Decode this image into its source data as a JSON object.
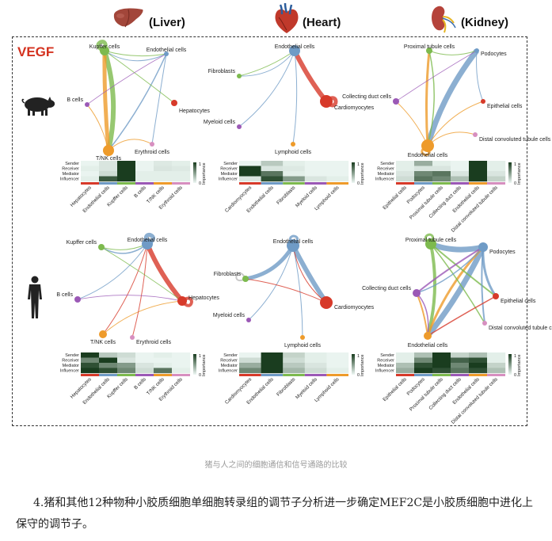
{
  "organs": [
    "(Liver)",
    "(Heart)",
    "(Kidney)"
  ],
  "signal": "VEGF",
  "roles": [
    "Sender",
    "Receiver",
    "Mediator",
    "Influencer"
  ],
  "importance_label": "Importance",
  "scale_max": "1",
  "scale_min": "0",
  "caption": "猪与人之间的细胞通信和信号通路的比较",
  "paragraph": "4.猪和其他12种物种小胶质细胞单细胞转录组的调节子分析进一步确定MEF2C是小胶质细胞中进化上保守的调节子。",
  "colors": {
    "accent": "#d4321f",
    "heat_high": "#1a3d1f",
    "heat_low": "#eef8f4"
  },
  "panels": [
    {
      "id": "pig-liver",
      "nodes": [
        {
          "label": "Kupffer cells",
          "color": "#7dba4e"
        },
        {
          "label": "Endothelial cells",
          "color": "#6f9bc6"
        },
        {
          "label": "Hepatocytes",
          "color": "#d73a2a"
        },
        {
          "label": "Erythroid cells",
          "color": "#d78fc0"
        },
        {
          "label": "T/NK cells",
          "color": "#ee9b2b"
        },
        {
          "label": "B cells",
          "color": "#9b59b6"
        }
      ],
      "columns": [
        "Hepatocytes",
        "Endothelial cells",
        "Kupffer cells",
        "B cells",
        "T/NK cells",
        "Erythroid cells"
      ],
      "matrix": [
        [
          0.02,
          0.1,
          1,
          0.02,
          0.08,
          0.05
        ],
        [
          0.05,
          0.1,
          1,
          0.02,
          0.1,
          0.08
        ],
        [
          0.02,
          0.15,
          1,
          0.05,
          0.05,
          0.05
        ],
        [
          0.05,
          0.85,
          1,
          0.05,
          0.05,
          0.05
        ]
      ]
    },
    {
      "id": "pig-heart",
      "nodes": [
        {
          "label": "Endothelial cells",
          "color": "#6f9bc6"
        },
        {
          "label": "Fibroblasts",
          "color": "#7dba4e"
        },
        {
          "label": "Cardiomyocytes",
          "color": "#d73a2a"
        },
        {
          "label": "Lymphoid cells",
          "color": "#ee9b2b"
        },
        {
          "label": "Myeloid cells",
          "color": "#9b59b6"
        }
      ],
      "columns": [
        "Cardiomyocytes",
        "Endothelial cells",
        "Fibroblasts",
        "Myeloid cells",
        "Lymphoid cells"
      ],
      "matrix": [
        [
          0.02,
          0.25,
          0.05,
          0.02,
          0.02
        ],
        [
          1,
          0.1,
          0.08,
          0.02,
          0.02
        ],
        [
          1,
          0.7,
          0.05,
          0.02,
          0.02
        ],
        [
          0.1,
          0.9,
          0.5,
          0.1,
          0.05
        ]
      ]
    },
    {
      "id": "pig-kidney",
      "nodes": [
        {
          "label": "Proximal tubule cells",
          "color": "#7dba4e"
        },
        {
          "label": "Podocytes",
          "color": "#6f9bc6"
        },
        {
          "label": "Epithelial cells",
          "color": "#d73a2a"
        },
        {
          "label": "Distal convoluted tubule cells",
          "color": "#d78fc0"
        },
        {
          "label": "Endothelial cells",
          "color": "#ee9b2b"
        },
        {
          "label": "Collecting duct cells",
          "color": "#9b59b6"
        }
      ],
      "columns": [
        "Epithelial cells",
        "Podocytes",
        "Proximal tubule cells",
        "Collecting duct cells",
        "Endothelial cells",
        "Distal convoluted tubule cells"
      ],
      "matrix": [
        [
          0.05,
          0.4,
          0.05,
          0.02,
          1,
          0.05
        ],
        [
          0.05,
          0.1,
          0.1,
          0.02,
          1,
          0.05
        ],
        [
          0.1,
          0.6,
          0.7,
          0.1,
          1,
          0.1
        ],
        [
          0.15,
          0.7,
          0.6,
          0.3,
          1,
          0.2
        ]
      ]
    },
    {
      "id": "human-liver",
      "nodes": [
        {
          "label": "Endothelial cells",
          "color": "#6f9bc6"
        },
        {
          "label": "Kupffer cells",
          "color": "#7dba4e"
        },
        {
          "label": "Hepatocytes",
          "color": "#d73a2a"
        },
        {
          "label": "B cells",
          "color": "#9b59b6"
        },
        {
          "label": "T/NK cells",
          "color": "#ee9b2b"
        },
        {
          "label": "Erythroid cells",
          "color": "#d78fc0"
        }
      ],
      "columns": [
        "Hepatocytes",
        "Endothelial cells",
        "Kupffer cells",
        "B cells",
        "T/NK cells",
        "Erythroid cells"
      ],
      "matrix": [
        [
          1,
          0.25,
          0.15,
          0.02,
          0.05,
          0.02
        ],
        [
          0.6,
          1,
          0.1,
          0.02,
          0.02,
          0.02
        ],
        [
          0.9,
          0.6,
          0.5,
          0.1,
          0.05,
          0.02
        ],
        [
          1,
          0.9,
          0.6,
          0.15,
          0.7,
          0.05
        ]
      ]
    },
    {
      "id": "human-heart",
      "nodes": [
        {
          "label": "Endothelial cells",
          "color": "#6f9bc6"
        },
        {
          "label": "Fibroblasts",
          "color": "#7dba4e"
        },
        {
          "label": "Cardiomyocytes",
          "color": "#d73a2a"
        },
        {
          "label": "Lymphoid cells",
          "color": "#ee9b2b"
        },
        {
          "label": "Myeloid cells",
          "color": "#9b59b6"
        }
      ],
      "columns": [
        "Cardiomyocytes",
        "Endothelial cells",
        "Fibroblasts",
        "Myeloid cells",
        "Lymphoid cells"
      ],
      "matrix": [
        [
          0.02,
          1,
          0.2,
          0.05,
          0.02
        ],
        [
          0.15,
          1,
          0.15,
          0.05,
          0.02
        ],
        [
          0.4,
          1,
          0.25,
          0.1,
          0.02
        ],
        [
          0.6,
          1,
          0.35,
          0.15,
          0.05
        ]
      ]
    },
    {
      "id": "human-kidney",
      "nodes": [
        {
          "label": "Proximal tubule cells",
          "color": "#7dba4e"
        },
        {
          "label": "Podocytes",
          "color": "#6f9bc6"
        },
        {
          "label": "Epithelial cells",
          "color": "#d73a2a"
        },
        {
          "label": "Distal convoluted tubule cells",
          "color": "#d78fc0"
        },
        {
          "label": "Endothelial cells",
          "color": "#ee9b2b"
        },
        {
          "label": "Collecting duct cells",
          "color": "#9b59b6"
        }
      ],
      "columns": [
        "Epithelial cells",
        "Podocytes",
        "Proximal tubule cells",
        "Collecting duct cells",
        "Endothelial cells",
        "Distal convoluted tubule cells"
      ],
      "matrix": [
        [
          0.05,
          0.3,
          1,
          0.2,
          0.3,
          0.05
        ],
        [
          0.05,
          0.6,
          1,
          0.8,
          0.9,
          0.05
        ],
        [
          0.3,
          0.9,
          1,
          0.6,
          1,
          0.2
        ],
        [
          0.4,
          1,
          0.9,
          0.7,
          0.9,
          0.3
        ]
      ]
    }
  ]
}
